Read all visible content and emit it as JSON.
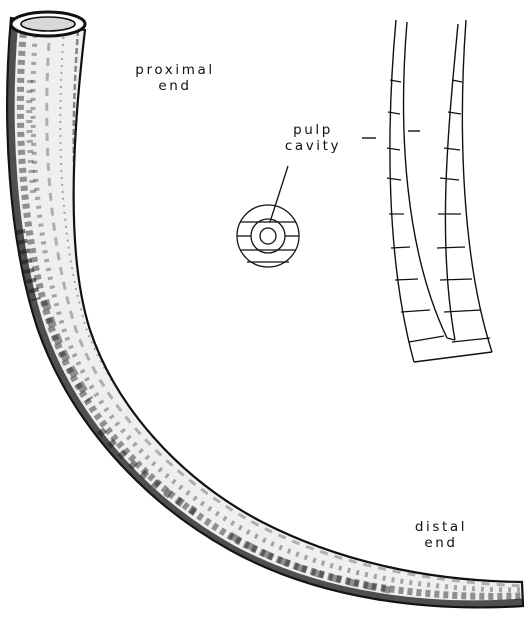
{
  "labels": {
    "proximal": {
      "line1": "proximal",
      "line2": "end"
    },
    "pulp": {
      "line1": "pulp",
      "line2": "cavity"
    },
    "distal": {
      "line1": "distal",
      "line2": "end"
    }
  }
}
